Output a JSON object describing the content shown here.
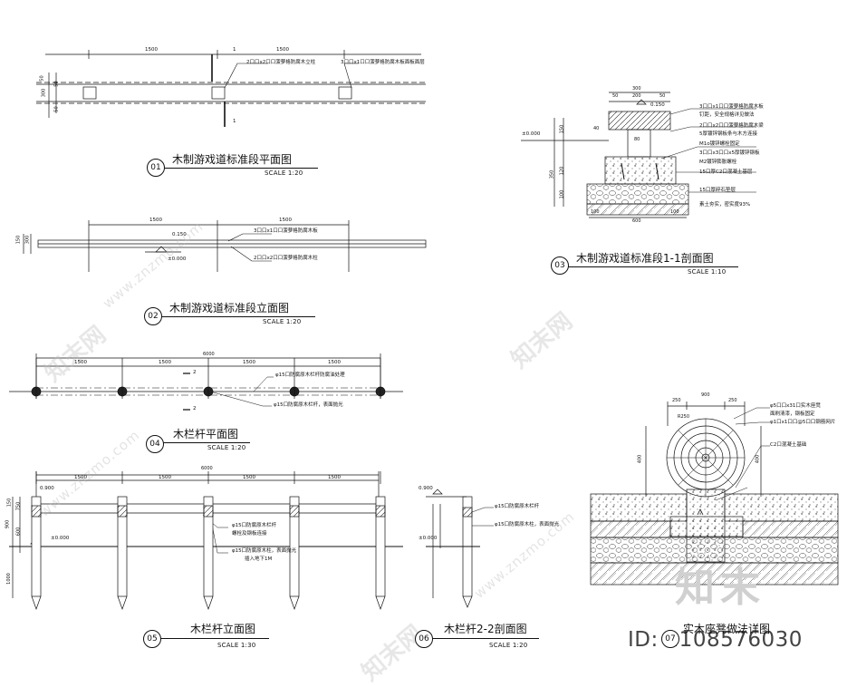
{
  "drawings": [
    {
      "num": "01",
      "title": "木制游戏道标准段平面图",
      "scale": "SCALE  1:20"
    },
    {
      "num": "02",
      "title": "木制游戏道标准段立面图",
      "scale": "SCALE  1:20"
    },
    {
      "num": "03",
      "title": "木制游戏道标准段1-1剖面图",
      "scale": "SCALE  1:10"
    },
    {
      "num": "04",
      "title": "木栏杆平面图",
      "scale": "SCALE  1:20"
    },
    {
      "num": "05",
      "title": "木栏杆立面图",
      "scale": "SCALE  1:30"
    },
    {
      "num": "06",
      "title": "木栏杆2-2剖面图",
      "scale": "SCALE  1:20"
    },
    {
      "num": "07",
      "title": "实木座凳做法详图",
      "scale": ""
    }
  ],
  "d01": {
    "dim_a": "1500",
    "dim_b": "1500",
    "cut": "1",
    "side_dims": [
      "50",
      "300",
      "50",
      "50"
    ],
    "note_a": "2口口x2口口菠萝格防腐木立柱",
    "note_b": "3口口x1口口菠萝格防腐木板面板面层"
  },
  "d02": {
    "dim_a": "1500",
    "dim_b": "1500",
    "elev_top": "0.150",
    "elev_base": "±0.000",
    "side_dims": [
      "150",
      "300"
    ],
    "note_a": "3口口x1口口菠萝格防腐木板",
    "note_b": "2口口x2口口菠萝格防腐木柱"
  },
  "d03": {
    "top_dims": [
      "300",
      "50",
      "200",
      "50"
    ],
    "elev": "0.150",
    "ground": "±0.000",
    "left_dims": [
      "40",
      "150",
      "350",
      "120",
      "100"
    ],
    "mid_dims": [
      "80",
      "100",
      "600",
      "100"
    ],
    "notes": [
      "3口口x1口口菠萝格防腐木板",
      "钉距，安全规格详见做法",
      "2口口x2口口菠萝格防腐木梁",
      "5厚镀锌钢板条与木方连接",
      "M1o镀锌螺栓固定",
      "3口口x3口口x5厚镀锌钢板",
      "M2镀锌膨胀螺栓",
      "15口厚C2口混凝土基层",
      "15口厚碎石垫层",
      "素土夯实，密实度93%"
    ]
  },
  "d04": {
    "total": "6000",
    "segs": [
      "1500",
      "1500",
      "1500",
      "1500"
    ],
    "sec": "2",
    "note_a": "φ15口防腐原木栏杆防腐油处理",
    "note_b": "φ15口防腐原木栏杆，表面抛光"
  },
  "d05": {
    "total": "6000",
    "segs": [
      "1500",
      "1500",
      "1500",
      "1500"
    ],
    "elev": "0.900",
    "ground": "±0.000",
    "left_dims": [
      "150",
      "750",
      "900",
      "600",
      "1000"
    ],
    "note_a": "φ15口防腐原木栏杆",
    "note_b": "螺栓及钢板连接",
    "note_c": "φ15口防腐原木柱，表面抛光",
    "note_d": "插入地下1M"
  },
  "d06": {
    "elev": "0.900",
    "ground": "±0.000",
    "note_a": "φ15口防腐原木栏杆",
    "note_b": "φ15口防腐原木柱，表面抛光"
  },
  "d07": {
    "top_dims": [
      "250",
      "900",
      "250"
    ],
    "radius": "R250",
    "height": "400",
    "note_a": "φ5口口x31口实木座凳",
    "note_b": "面刷清漆，钢板固定",
    "note_c": "φ1口x1口口@5口口钢筋网片",
    "note_d": "C2口混凝土基础"
  },
  "watermark": {
    "site": "www.znzmo.com",
    "cn": "知末网",
    "brand": "知末"
  },
  "id_text": "ID: 1108576030"
}
